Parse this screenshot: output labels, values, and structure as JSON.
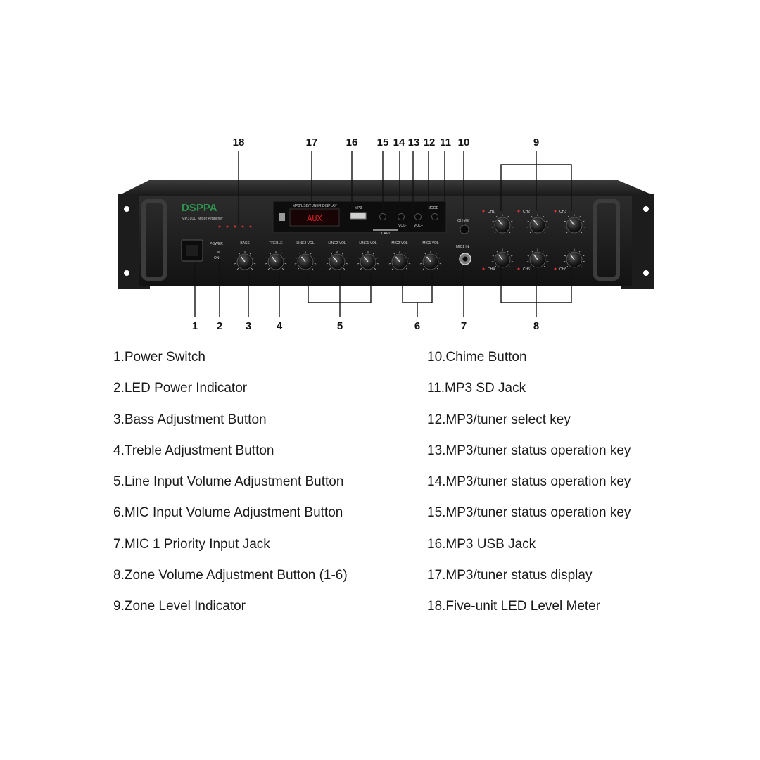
{
  "callouts": [
    "1",
    "2",
    "3",
    "4",
    "5",
    "6",
    "7",
    "8",
    "9",
    "10",
    "11",
    "12",
    "13",
    "14",
    "15",
    "16",
    "17",
    "18"
  ],
  "panel": {
    "brand": "DSPPA",
    "model": "MP310U Mixer Amplifier",
    "module_title": "MP3/USB/TUNER DISPLAY",
    "display_text": "AUX",
    "power_label": "POWER",
    "on_label": "ON",
    "mp3_label": "MP3",
    "chime_label": "CHIME",
    "mic_in_label": "MIC1 IN",
    "card_label": "CARD",
    "mode_label": "MODE",
    "vol_minus": "VOL-",
    "vol_plus": "VOL+",
    "knob_labels": [
      "BASS",
      "TREBLE",
      "LINE3 VOL",
      "LINE2 VOL",
      "LINE1 VOL",
      "MIC2 VOL",
      "MIC1 VOL"
    ],
    "zone_labels": [
      "CH1",
      "CH2",
      "CH3",
      "CH4",
      "CH5",
      "CH6"
    ]
  },
  "legend_left": [
    "1.Power Switch",
    "2.LED Power Indicator",
    "3.Bass Adjustment Button",
    "4.Treble Adjustment Button",
    "5.Line Input Volume Adjustment Button",
    "6.MIC Input Volume Adjustment Button",
    "7.MIC 1 Priority Input Jack",
    "8.Zone Volume Adjustment Button (1-6)",
    "9.Zone Level Indicator"
  ],
  "legend_right": [
    "10.Chime Button",
    "11.MP3 SD Jack",
    "12.MP3/tuner select key",
    "13.MP3/tuner status operation key",
    "14.MP3/tuner status operation key",
    "15.MP3/tuner status operation key",
    "16.MP3 USB Jack",
    "17.MP3/tuner status display",
    "18.Five-unit LED Level Meter"
  ]
}
